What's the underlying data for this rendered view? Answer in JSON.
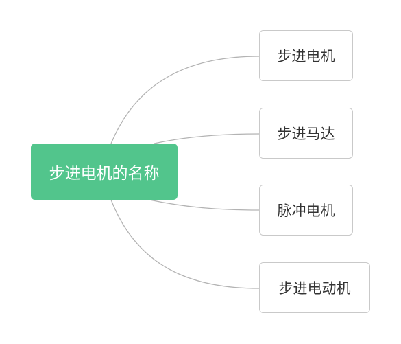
{
  "root": {
    "label": "步进电机的名称"
  },
  "children": [
    {
      "label": "步进电机"
    },
    {
      "label": "步进马达"
    },
    {
      "label": "脉冲电机"
    },
    {
      "label": "步进电动机"
    }
  ],
  "colors": {
    "root_fill": "#52c58c",
    "root_text": "#ffffff",
    "child_border": "#c9c9c9",
    "connector": "#b3b3b3"
  }
}
